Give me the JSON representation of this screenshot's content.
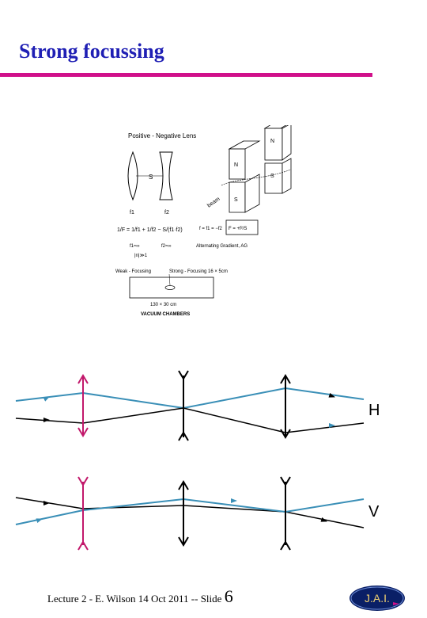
{
  "slide": {
    "title": "Strong focussing",
    "footer_text": "Lecture 2 - E. Wilson 14 Oct 2011 -- Slide",
    "slide_number": "6"
  },
  "figure": {
    "lens_heading": "Positive - Negative Lens",
    "gap_label": "S",
    "f1_label": "f1",
    "f2_label": "f2",
    "formula": "1/F = 1/f1 + 1/f2 − S/(f1·f2)",
    "cond_a": "f1≈∞",
    "cond_b": "f2≈∞",
    "cond_c": "|n|≫1",
    "f_equal": "f = f1 = −f2",
    "f_result": "F = +f²/S",
    "ag_label": "Alternating Gradient, AG",
    "beam_label": "beam",
    "pole_n": "N",
    "pole_s": "S",
    "weak_label": "Weak - Focusing",
    "strong_label": "Strong - Focusing 16 × 5cm",
    "chamber_size": "130 × 30 cm",
    "chambers_caption": "VACUUM CHAMBERS"
  },
  "optics": {
    "h_label": "H",
    "v_label": "V"
  },
  "logo": {
    "text": "J.A.I."
  },
  "colors": {
    "title": "#1f1fb4",
    "rule": "#d0108a",
    "ray_blue": "#3a8fb7",
    "lens_magenta": "#c2186b",
    "logo_bg": "#0a1f66"
  }
}
